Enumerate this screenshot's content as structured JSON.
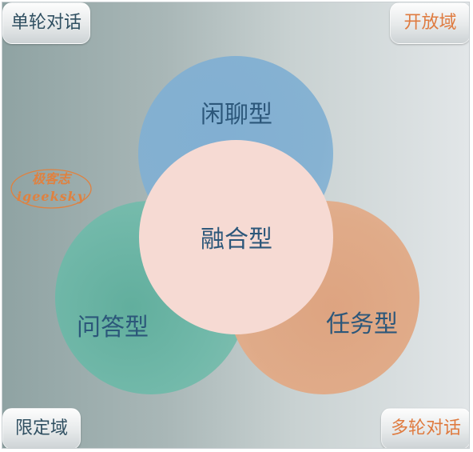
{
  "corners": {
    "top_left": "单轮对话",
    "top_right": "开放域",
    "bottom_left": "限定域",
    "bottom_right": "多轮对话"
  },
  "circles": {
    "chat": "闲聊型",
    "fusion": "融合型",
    "qa": "问答型",
    "task": "任务型"
  },
  "watermark": {
    "line1": "极客志",
    "line2": "igeeksky"
  },
  "colors": {
    "chat_circle": "#82b0d2",
    "qa_circle": "#6fb9a9",
    "task_circle": "#e1a985",
    "fusion_circle": "#f6dad3",
    "label_text": "#2c577a",
    "accent_orange": "#df7b40",
    "dark_text": "#2f4f61"
  }
}
